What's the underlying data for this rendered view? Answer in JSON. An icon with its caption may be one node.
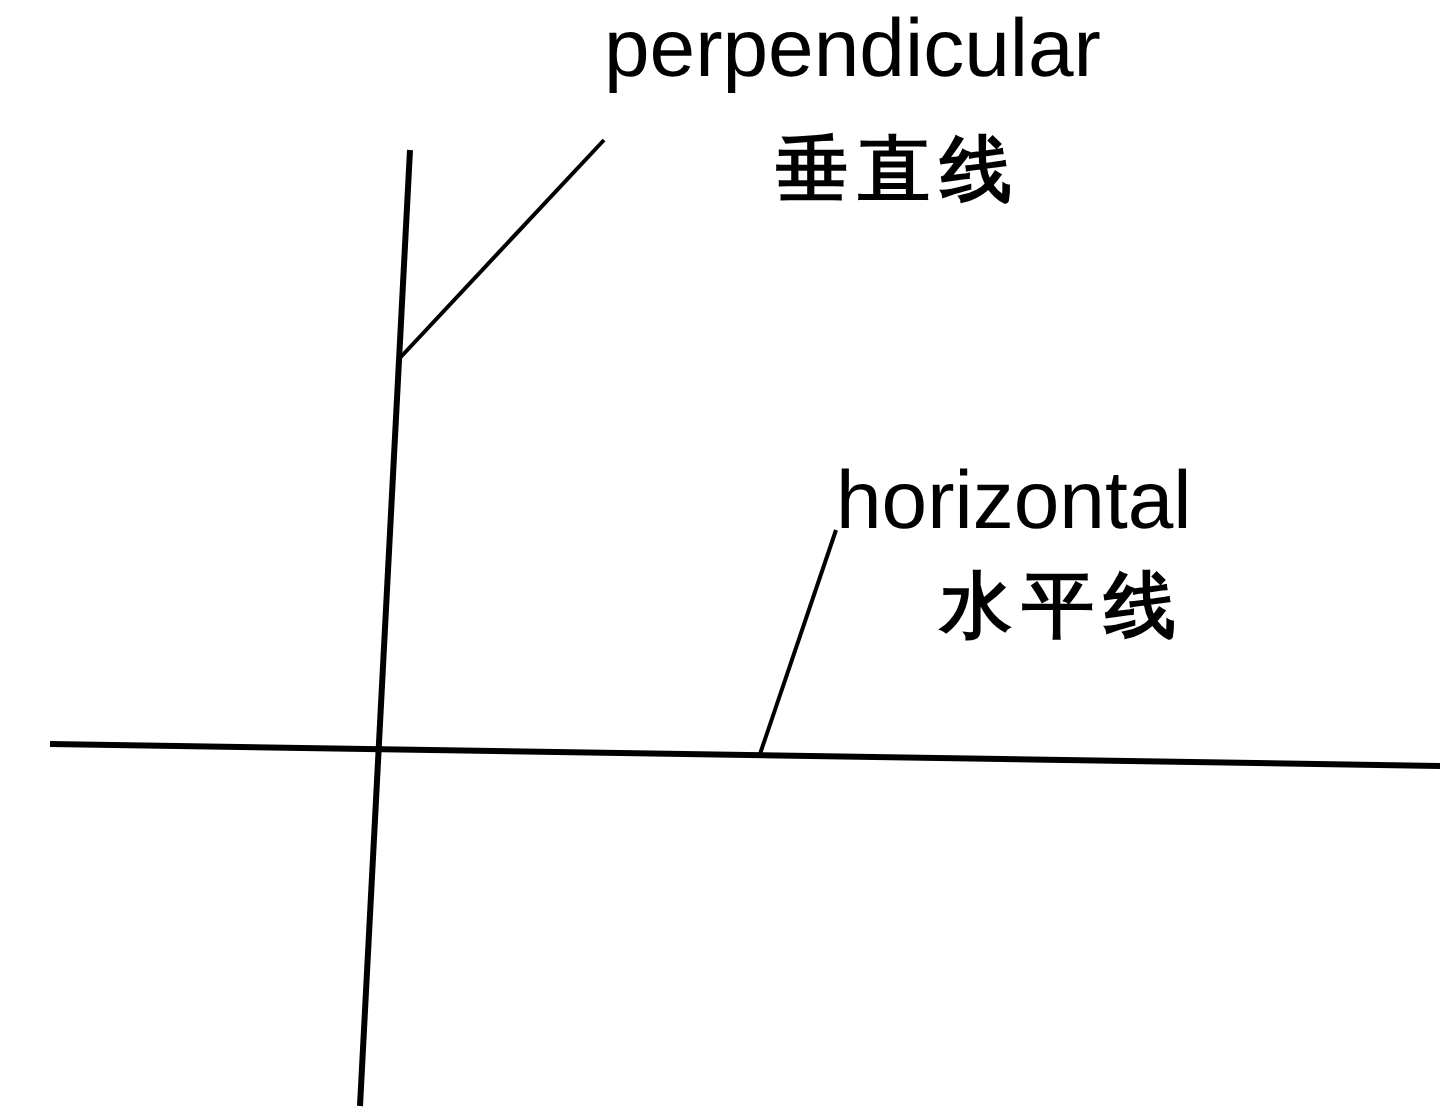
{
  "diagram": {
    "nodes": [
      {
        "text": [
          "perpendicular",
          "垂直线"
        ]
      },
      {
        "text": [],
        "shape": "line"
      },
      {
        "text": [
          "horizontal",
          "水平线"
        ]
      },
      {
        "text": [],
        "shape": "line"
      }
    ],
    "edges": [
      {
        "from": 0,
        "to": 1,
        "arrow": "none"
      },
      {
        "from": 2,
        "to": 3,
        "arrow": "none"
      }
    ]
  }
}
